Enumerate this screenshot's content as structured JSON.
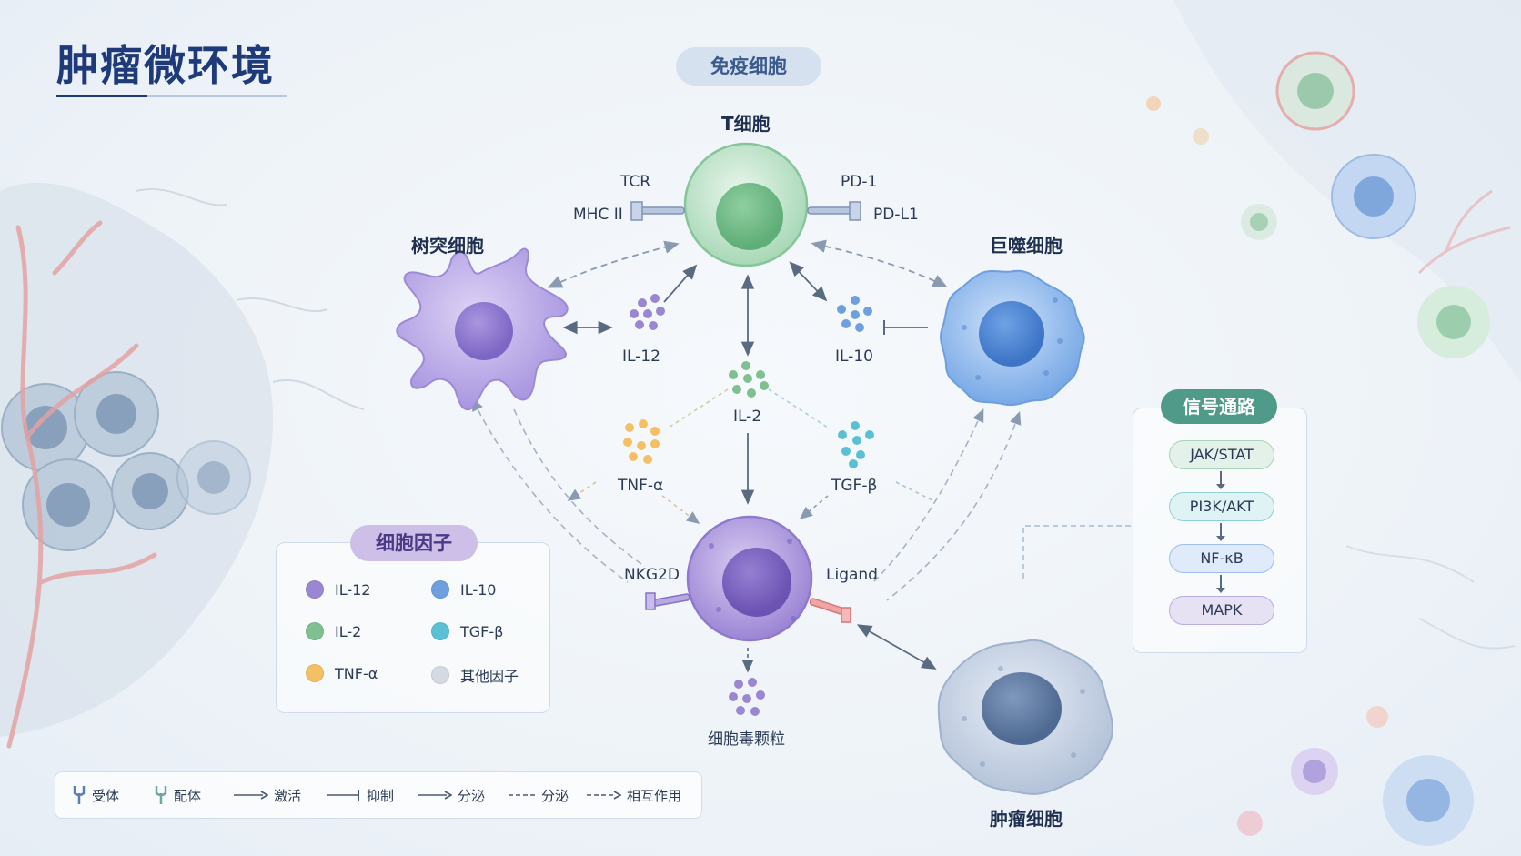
{
  "title": "肿瘤微环境",
  "immune_header": "免疫细胞",
  "cells": {
    "t_cell": "T细胞",
    "dendritic": "树突细胞",
    "macrophage": "巨噬细胞",
    "tumor": "肿瘤细胞"
  },
  "receptors": {
    "tcr": "TCR",
    "mhc": "MHC II",
    "pd1": "PD-1",
    "pdl1": "PD-L1",
    "nkg2d": "NKG2D",
    "ligand": "Ligand"
  },
  "cytokine_labels": {
    "il12": "IL-12",
    "il10": "IL-10",
    "il2": "IL-2",
    "tnf": "TNF-α",
    "tgf": "TGF-β",
    "granules": "细胞毒颗粒"
  },
  "cytokine_legend": {
    "title": "细胞因子",
    "items": [
      {
        "label": "IL-12",
        "color": "#9b87d1"
      },
      {
        "label": "IL-10",
        "color": "#6ea0e0"
      },
      {
        "label": "IL-2",
        "color": "#7fbf91"
      },
      {
        "label": "TGF-β",
        "color": "#5cc0d4"
      },
      {
        "label": "TNF-α",
        "color": "#f5bf64"
      },
      {
        "label": "其他因子",
        "color": "#d5d9e2"
      }
    ]
  },
  "signaling": {
    "title": "信号通路",
    "steps": [
      {
        "label": "JAK/STAT",
        "bg": "#e3f1e8",
        "border": "#a9d3b8"
      },
      {
        "label": "PI3K/AKT",
        "bg": "#dff2f4",
        "border": "#8fd0d8"
      },
      {
        "label": "NF-κB",
        "bg": "#dfeafa",
        "border": "#9ebde8"
      },
      {
        "label": "MAPK",
        "bg": "#e7e1f4",
        "border": "#b9ace0"
      }
    ]
  },
  "key": {
    "receptor": "受体",
    "ligand": "配体",
    "activate": "激活",
    "inhibit": "抑制",
    "secrete": "分泌",
    "secrete_dashed": "分泌",
    "interact": "相互作用"
  },
  "colors": {
    "t_cell": "#9fd4ae",
    "dendritic": "#b7a6e6",
    "macrophage": "#7fb0ea",
    "tumor": "#c7d3e5",
    "nk_cell": "#a48fd8",
    "title": "#1e3a78"
  }
}
